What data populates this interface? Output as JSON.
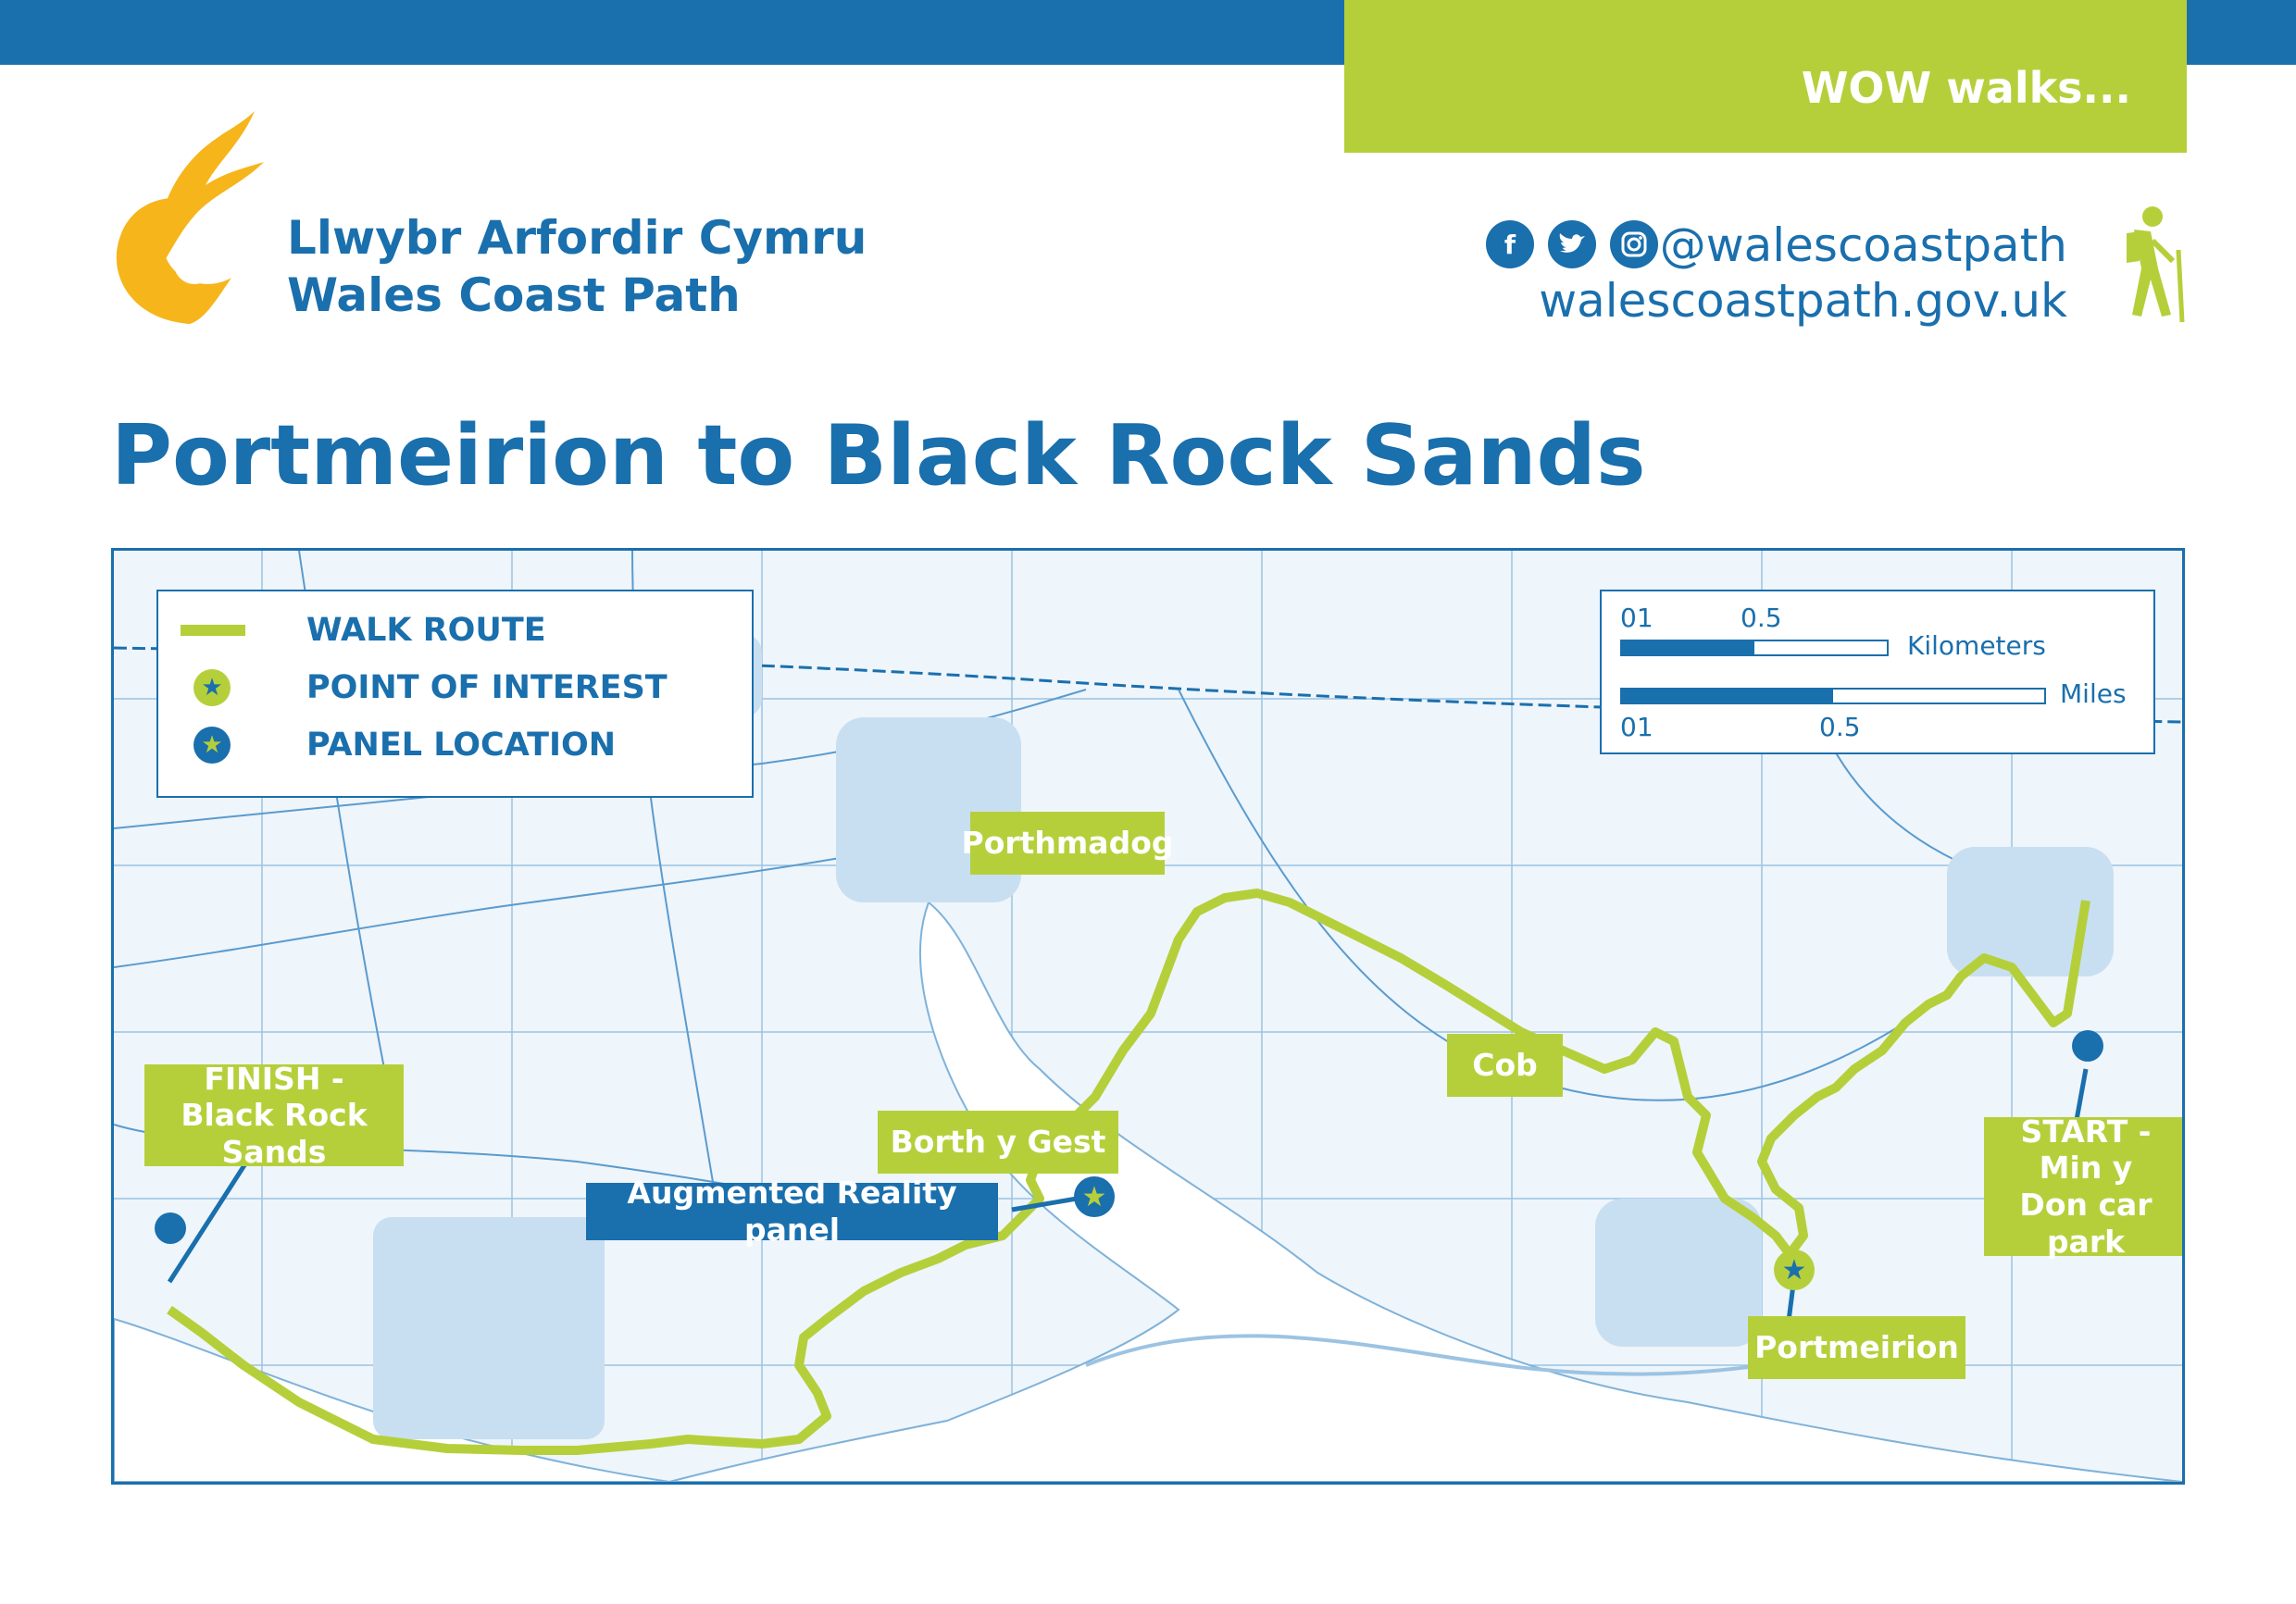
{
  "header": {
    "tagline": "WOW walks...",
    "brand_welsh": "Llwybr Arfordir Cymru",
    "brand_english": "Wales Coast Path",
    "social_handle": "@walescoastpath",
    "website": "walescoastpath.gov.uk",
    "icons": [
      "facebook-icon",
      "twitter-icon",
      "instagram-icon",
      "hiker-icon"
    ]
  },
  "title": "Portmeirion to Black Rock Sands",
  "legend": {
    "walk_route": "WALK ROUTE",
    "point_of_interest": "POINT OF INTEREST",
    "panel_location": "PANEL LOCATION"
  },
  "scale": {
    "km_zero": "01",
    "km_half": "0.5",
    "km_label": "Kilometers",
    "mi_zero": "01",
    "mi_half": "0.5",
    "mi_label": "Miles"
  },
  "places": {
    "porthmadog": "Porthmadog",
    "cob": "Cob",
    "borth_y_gest": "Borth y Gest",
    "augmented_reality_panel": "Augmented Reality panel",
    "finish": "FINISH - Black Rock Sands",
    "start": "START - Min y Don car park",
    "portmeirion": "Portmeirion"
  },
  "colors": {
    "brand_blue": "#1a6fad",
    "route_green": "#b5cf3b",
    "logo_yellow": "#f6b51b",
    "map_background": "#eef5fb"
  }
}
